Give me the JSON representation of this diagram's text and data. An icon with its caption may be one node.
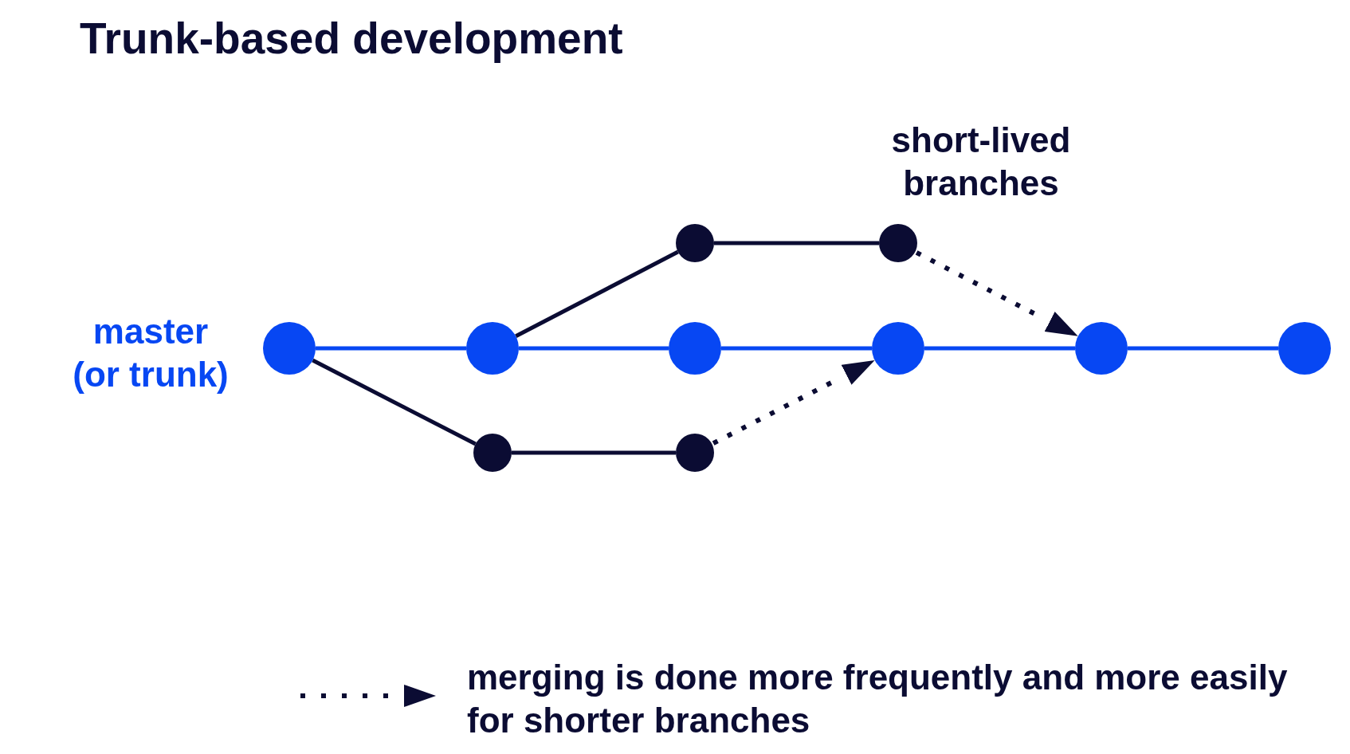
{
  "diagram": {
    "title": "Trunk-based development",
    "nodes": [
      {
        "text": [],
        "shape": "circle"
      },
      {
        "text": [],
        "shape": "circle"
      },
      {
        "text": [],
        "shape": "circle"
      },
      {
        "text": [],
        "shape": "circle"
      },
      {
        "text": [],
        "shape": "circle"
      },
      {
        "text": [],
        "shape": "circle"
      },
      {
        "text": [],
        "shape": "circle"
      },
      {
        "text": [],
        "shape": "circle"
      },
      {
        "text": [],
        "shape": "circle"
      },
      {
        "text": [],
        "shape": "circle"
      }
    ],
    "edges": [
      {
        "from": 3,
        "to": 0,
        "arrow": "none"
      },
      {
        "from": 0,
        "to": 1,
        "arrow": "none"
      },
      {
        "from": 1,
        "to": 6,
        "arrow": "to",
        "style": "dashed"
      },
      {
        "from": 2,
        "to": 3,
        "arrow": "none",
        "color": "#0747f3"
      },
      {
        "from": 3,
        "to": 4,
        "arrow": "none",
        "color": "#0747f3"
      },
      {
        "from": 4,
        "to": 5,
        "arrow": "none",
        "color": "#0747f3"
      },
      {
        "from": 5,
        "to": 6,
        "arrow": "none",
        "color": "#0747f3"
      },
      {
        "from": 6,
        "to": 7,
        "arrow": "none",
        "color": "#0747f3"
      },
      {
        "from": 2,
        "to": 8,
        "arrow": "none"
      },
      {
        "from": 8,
        "to": 9,
        "arrow": "none"
      },
      {
        "from": 9,
        "to": 5,
        "arrow": "to",
        "style": "dashed"
      }
    ],
    "labels": [
      "short-lived branches",
      "master (or trunk)"
    ],
    "legend": [
      {
        "text": "merging is done more frequently and more easily for shorter branches"
      }
    ]
  }
}
